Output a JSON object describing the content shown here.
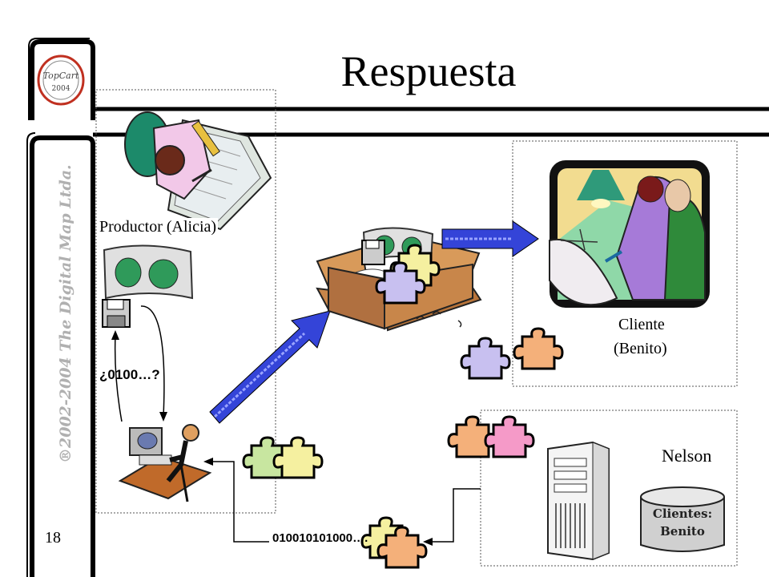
{
  "slide": {
    "title": "Respuesta",
    "copyright": "®2002-2004 The Digital Map Ltda.",
    "page_number": "18",
    "logo_text_top": "TopCart",
    "logo_text_bottom": "2004"
  },
  "labels": {
    "producer": "Productor (Alicia)",
    "client_line1": "Cliente",
    "client_line2": "(Benito)",
    "nelson": "Nelson",
    "query": "¿0100…?",
    "bits": "010010101000….",
    "database_line1": "Clientes:",
    "database_line2": "Benito"
  },
  "colors": {
    "frame": "#000000",
    "arrow_blue": "#2f3fd6",
    "puzzle_yellow": "#f5f0a0",
    "puzzle_lavender": "#c8c0f0",
    "puzzle_orange": "#f4b07a",
    "puzzle_pink": "#f59ac8",
    "puzzle_green": "#c8e6a0",
    "box_brown": "#b8743a"
  }
}
